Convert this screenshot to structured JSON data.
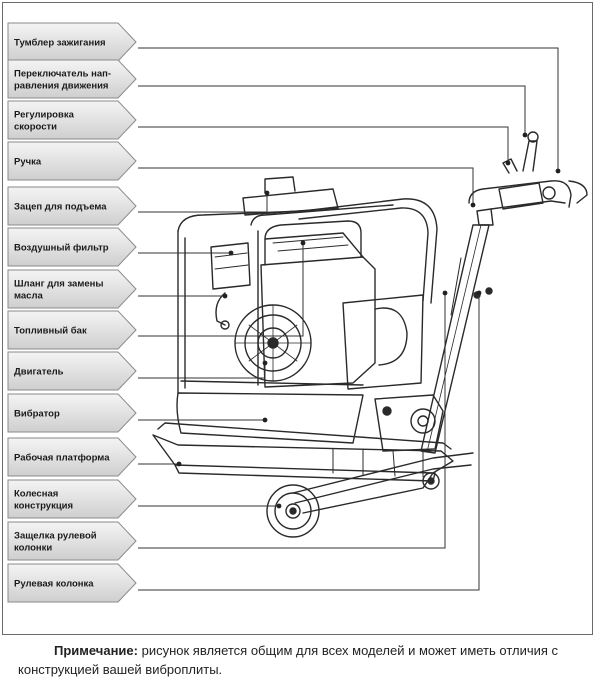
{
  "labels": [
    [
      "Тумблер зажигания"
    ],
    [
      "Переключатель нап-",
      "равления движения"
    ],
    [
      "Регулировка",
      "скорости"
    ],
    [
      "Ручка"
    ],
    [
      "Зацеп для подъема"
    ],
    [
      "Воздушный фильтр"
    ],
    [
      "Шланг для замены",
      "масла"
    ],
    [
      "Топливный бак"
    ],
    [
      "Двигатель"
    ],
    [
      "Вибратор"
    ],
    [
      "Рабочая платформа"
    ],
    [
      "Колесная",
      "конструкция"
    ],
    [
      "Защелка рулевой",
      "колонки"
    ],
    [
      "Рулевая колонка"
    ]
  ],
  "note": {
    "bold": "Примечание:",
    "text": " рисунок является общим для всех моделей и может иметь отличия с конструкцией вашей виброплиты."
  }
}
